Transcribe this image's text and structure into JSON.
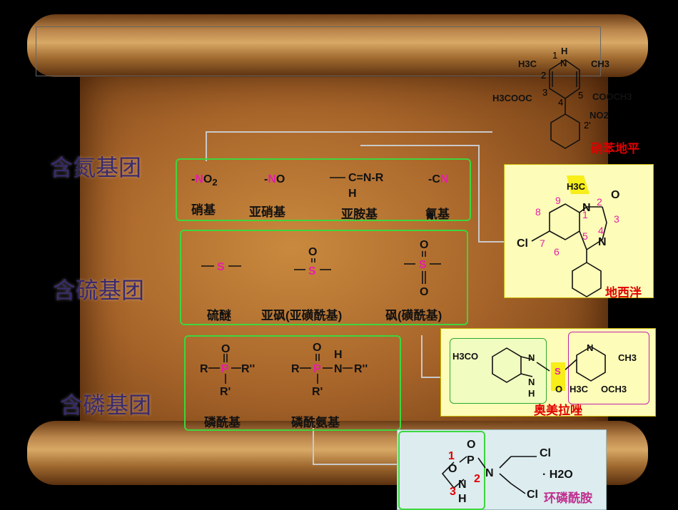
{
  "sections": {
    "nitrogen": "含氮基团",
    "sulfur": "含硫基团",
    "phosphorus": "含磷基团"
  },
  "nitrogen_groups": [
    {
      "name": "硝基",
      "formula_prefix": "-",
      "formula_atom": "N",
      "formula_suffix": "O",
      "formula_sub": "2"
    },
    {
      "name": "亚硝基",
      "formula_prefix": "-",
      "formula_atom": "N",
      "formula_suffix": "O"
    },
    {
      "name": "亚胺基",
      "formula": "C=N-R",
      "h": "H"
    },
    {
      "name": "氰基",
      "formula_prefix": "-C",
      "formula_atom": "N"
    }
  ],
  "sulfur_groups": [
    {
      "name": "硫醚",
      "atom": "S"
    },
    {
      "name": "亚砜(亚磺酰基)",
      "atom": "S",
      "o": "O"
    },
    {
      "name": "砜(磺酰基)",
      "atom": "S",
      "o": "O"
    }
  ],
  "phosphorus_groups": [
    {
      "name": "磷酰基",
      "atom": "P",
      "r": "R",
      "r1": "R'",
      "r2": "R''",
      "o": "O"
    },
    {
      "name": "磷酰氨基",
      "atom": "P",
      "r": "R",
      "r1": "R'",
      "r2": "R''",
      "n": "N",
      "h": "H",
      "o": "O"
    }
  ],
  "drugs": {
    "nifedipine": {
      "name": "硝苯地平",
      "h3c": "H3C",
      "ch3": "CH3",
      "h": "H",
      "n": "N",
      "ester_left": "H3COOC",
      "ester_right": "COOCH3",
      "no2": "NO2",
      "nums": [
        "1",
        "2",
        "3",
        "4",
        "5",
        "2'"
      ]
    },
    "diazepam": {
      "name": "地西泮",
      "h3c": "H3C",
      "n1": "N",
      "n4": "N",
      "o": "O",
      "cl": "Cl",
      "nums": [
        "1",
        "2",
        "3",
        "4",
        "5",
        "6",
        "7",
        "8",
        "9"
      ]
    },
    "omeprazole": {
      "name": "奥美拉唑",
      "h3co": "H3CO",
      "n": "N",
      "nh": "N",
      "h": "H",
      "s": "S",
      "o": "O",
      "ch3": "CH3",
      "h3c": "H3C",
      "och3": "OCH3"
    },
    "cyclophosphamide": {
      "name": "环磷酰胺",
      "o": "O",
      "p": "P",
      "n": "N",
      "nh": "N",
      "h": "H",
      "cl": "Cl",
      "water": "· H2O",
      "nums": [
        "1",
        "2",
        "3"
      ]
    }
  }
}
